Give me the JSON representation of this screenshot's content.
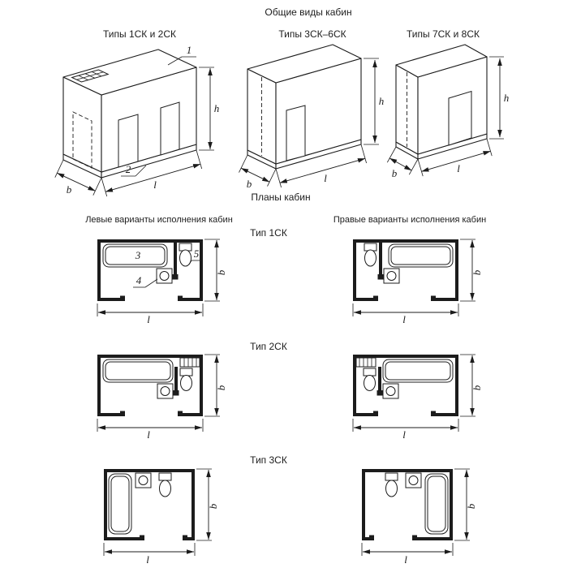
{
  "page": {
    "background": "#ffffff",
    "ink": "#1c1c1c"
  },
  "sections": {
    "general_views_title": "Общие виды кабин",
    "plans_title": "Планы кабин",
    "left_variants_title": "Левые варианты исполнения кабин",
    "right_variants_title": "Правые варианты исполнения кабин"
  },
  "iso_views": [
    {
      "label": "Типы 1СК и 2СК"
    },
    {
      "label": "Типы 3СК–6СК"
    },
    {
      "label": "Типы 7СК и 8СК"
    }
  ],
  "plan_rows": [
    {
      "label": "Тип 1СК"
    },
    {
      "label": "Тип 2СК"
    },
    {
      "label": "Тип 3СК"
    }
  ],
  "dims": {
    "h": "h",
    "b": "b",
    "l": "l"
  },
  "callouts": {
    "c1": "1",
    "c2": "2",
    "c3": "3",
    "c4": "4",
    "c5": "5"
  }
}
